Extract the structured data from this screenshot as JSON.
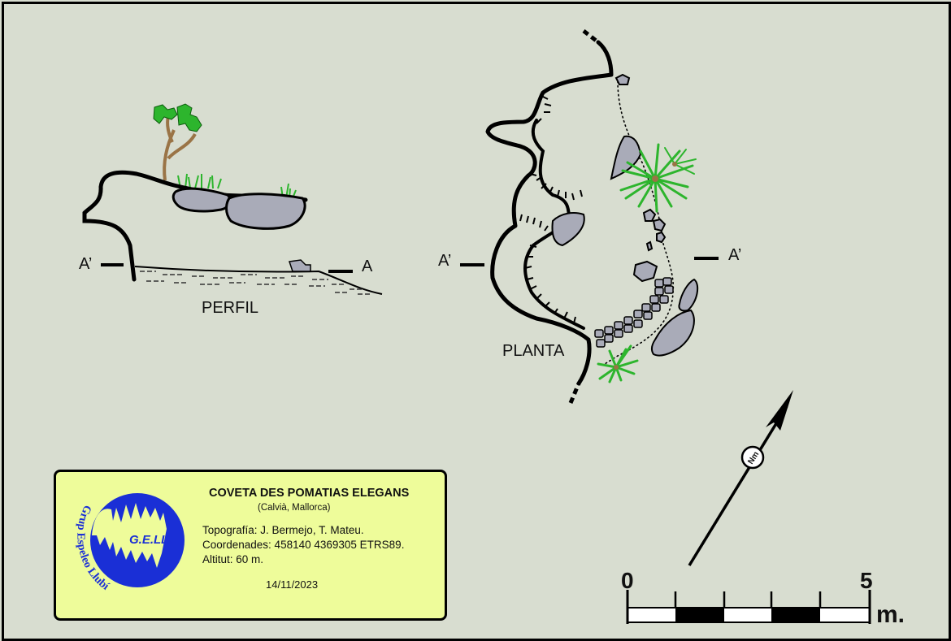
{
  "survey": {
    "title": "COVETA DES POMATIAS ELEGANS",
    "location": "(Calvià, Mallorca)",
    "topography": "Topografía: J. Bermejo, T. Mateu.",
    "coordinates": "Coordenades: 458140 4369305 ETRS89.",
    "altitude": "Altitut: 60 m.",
    "date": "14/11/2023"
  },
  "logo": {
    "acronym": "G.E.LL.",
    "ring_text": "Grup Espeleo Llubí"
  },
  "profile": {
    "label": "PERFIL",
    "left_marker": "A’",
    "right_marker": "A"
  },
  "plan": {
    "label": "PLANTA",
    "left_marker": "A’",
    "right_marker": "A’"
  },
  "north": {
    "label": "Nm"
  },
  "scale": {
    "start": "0",
    "end": "5",
    "unit": "m."
  },
  "colors": {
    "background": "#d8ddd0",
    "card": "#eefc9a",
    "rock": "#a9abb8",
    "vegetation": "#2db52d",
    "logo_blue": "#1a2fd6"
  }
}
